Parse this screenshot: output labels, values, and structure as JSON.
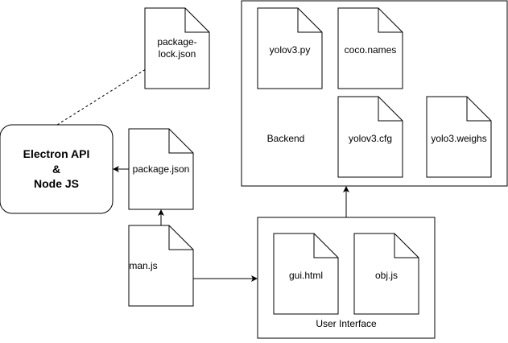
{
  "diagram": {
    "electron_node": {
      "line1": "Electron API",
      "line2": "&",
      "line3": "Node JS"
    },
    "files": {
      "package_lock": {
        "line1": "package-",
        "line2": "lock.json"
      },
      "package_json": "package.json",
      "man_js": "man.js",
      "yolov3_py": "yolov3.py",
      "coco_names": "coco.names",
      "yolov3_cfg": "yolov3.cfg",
      "yolo3_weighs": "yolo3.weighs",
      "gui_html": "gui.html",
      "obj_js": "obj.js"
    },
    "containers": {
      "backend_label": "Backend",
      "user_interface_label": "User Interface"
    }
  }
}
